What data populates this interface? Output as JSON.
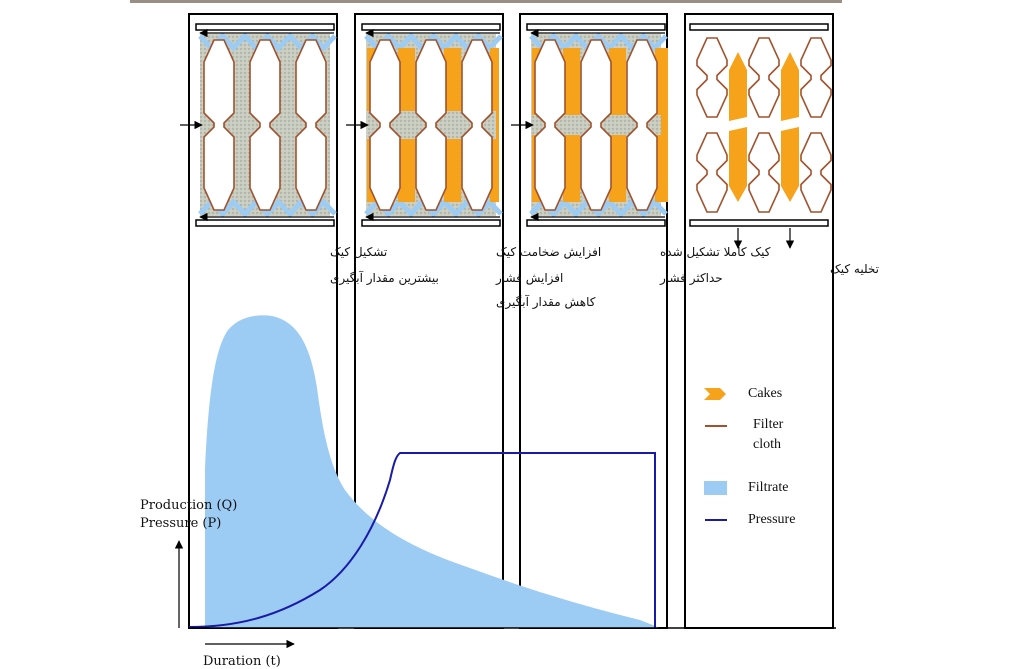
{
  "stages": [
    {
      "lines": [
        "تشکیل کیک",
        "بیشترین مقدار آبگیری"
      ]
    },
    {
      "lines": [
        "افزایش ضخامت کیک",
        "افزایش فشار",
        "کاهش مقدار آبگیری"
      ]
    },
    {
      "lines": [
        "کیک کاملا تشکیل شده",
        "حداکثر فشار"
      ]
    },
    {
      "lines": [
        "تخلیه کیک"
      ]
    }
  ],
  "legend": {
    "cakes": "Cakes",
    "filter_cloth_1": "Filter",
    "filter_cloth_2": "cloth",
    "filtrate": "Filtrate",
    "pressure": "Pressure"
  },
  "axes": {
    "y_label_1": "Production (Q)",
    "y_label_2": "Pressure (P)",
    "x_label": "Duration (t)"
  },
  "colors": {
    "cake": "#f7a21b",
    "cloth": "#a0522d",
    "filtrate": "#9ccbf4",
    "pressure": "#1a1aa8",
    "slurry": "#c9ccc6"
  }
}
